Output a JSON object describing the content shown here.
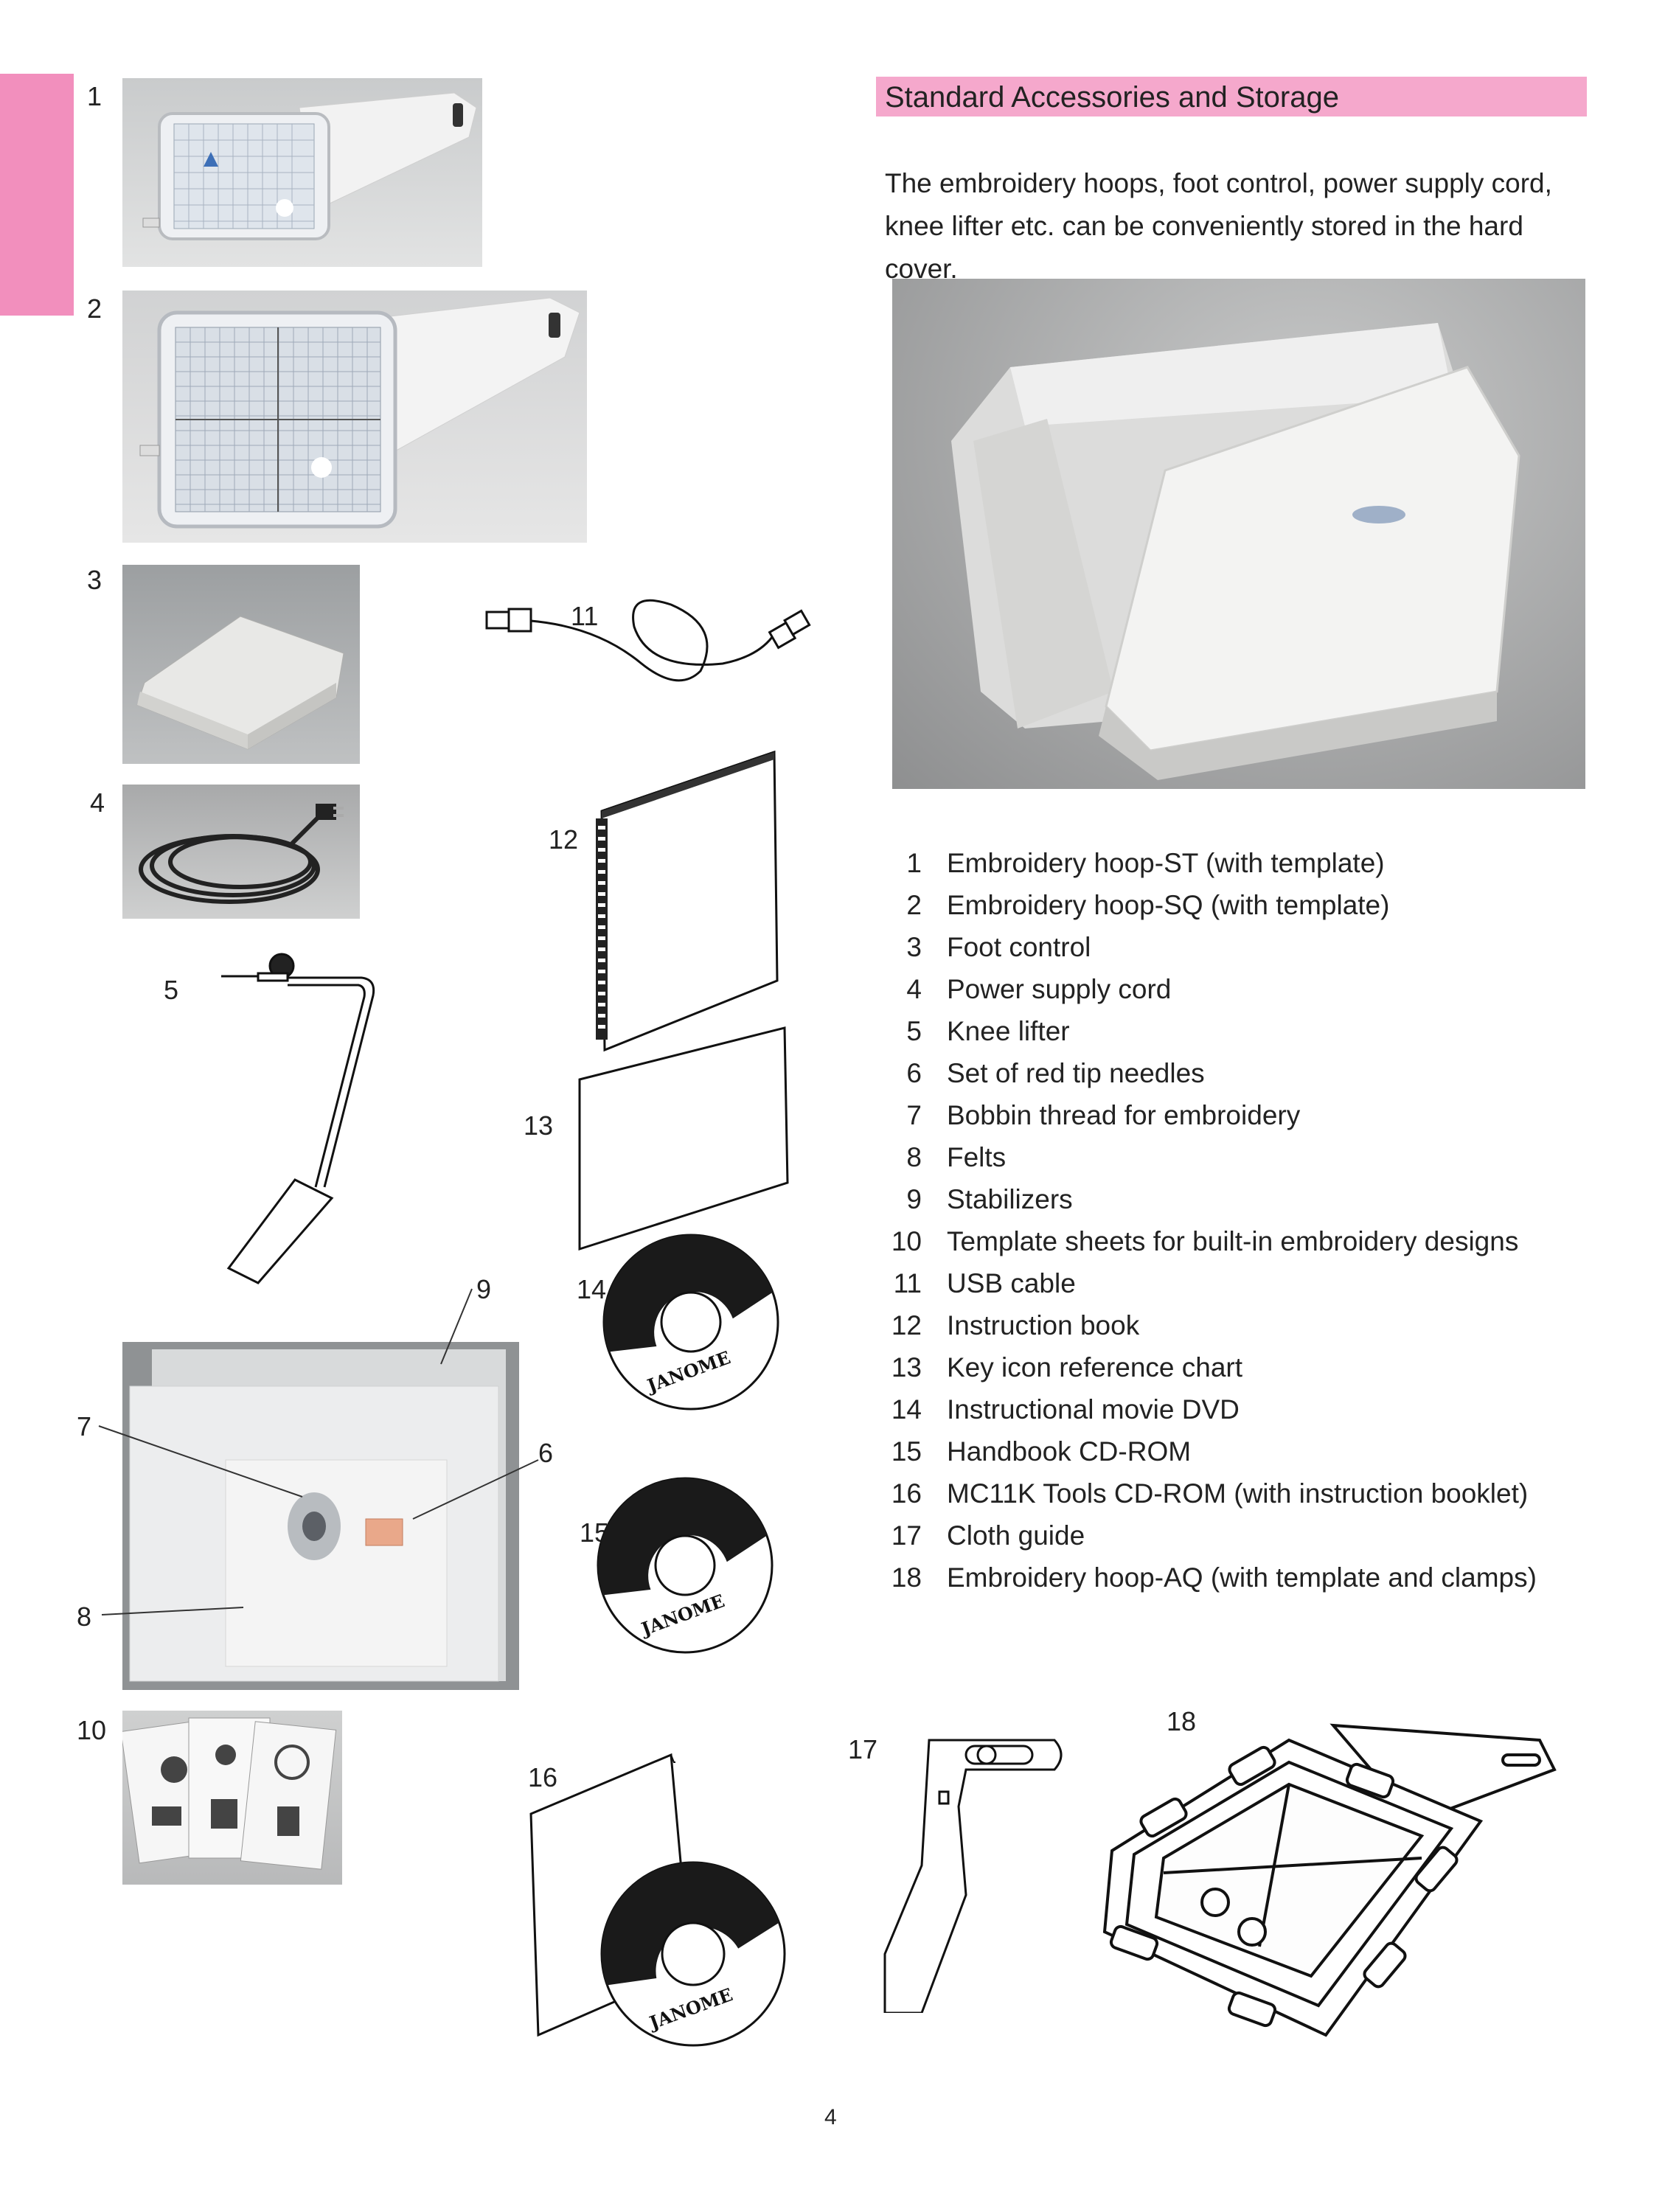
{
  "section": {
    "title": "Standard Accessories and Storage",
    "intro_line1": "The embroidery hoops, foot control, power supply cord,",
    "intro_line2": "knee lifter etc. can be conveniently stored in the hard cover."
  },
  "items": [
    {
      "num": "1",
      "label": "Embroidery hoop-ST (with template)"
    },
    {
      "num": "2",
      "label": "Embroidery hoop-SQ (with template)"
    },
    {
      "num": "3",
      "label": "Foot control"
    },
    {
      "num": "4",
      "label": "Power supply cord"
    },
    {
      "num": "5",
      "label": "Knee lifter"
    },
    {
      "num": "6",
      "label": "Set of red tip needles"
    },
    {
      "num": "7",
      "label": "Bobbin thread for embroidery"
    },
    {
      "num": "8",
      "label": "Felts"
    },
    {
      "num": "9",
      "label": "Stabilizers"
    },
    {
      "num": "10",
      "label": "Template sheets for built-in embroidery designs"
    },
    {
      "num": "11",
      "label": "USB cable"
    },
    {
      "num": "12",
      "label": "Instruction book"
    },
    {
      "num": "13",
      "label": "Key icon reference chart"
    },
    {
      "num": "14",
      "label": "Instructional movie DVD"
    },
    {
      "num": "15",
      "label": "Handbook CD-ROM"
    },
    {
      "num": "16",
      "label": "MC11K Tools CD-ROM (with instruction booklet)"
    },
    {
      "num": "17",
      "label": "Cloth guide"
    },
    {
      "num": "18",
      "label": "Embroidery hoop-AQ (with template and clamps)"
    }
  ],
  "callouts": {
    "c1": "1",
    "c2": "2",
    "c3": "3",
    "c4": "4",
    "c5": "5",
    "c6": "6",
    "c7": "7",
    "c8": "8",
    "c9": "9",
    "c10": "10",
    "c11": "11",
    "c12": "12",
    "c13": "13",
    "c14": "14",
    "c15": "15",
    "c16": "16",
    "c17": "17",
    "c18": "18"
  },
  "disc_brand": "JANOME",
  "page_number": "4",
  "colors": {
    "accent_pink": "#f28fbd",
    "title_bar_pink": "#f5a8cc"
  }
}
